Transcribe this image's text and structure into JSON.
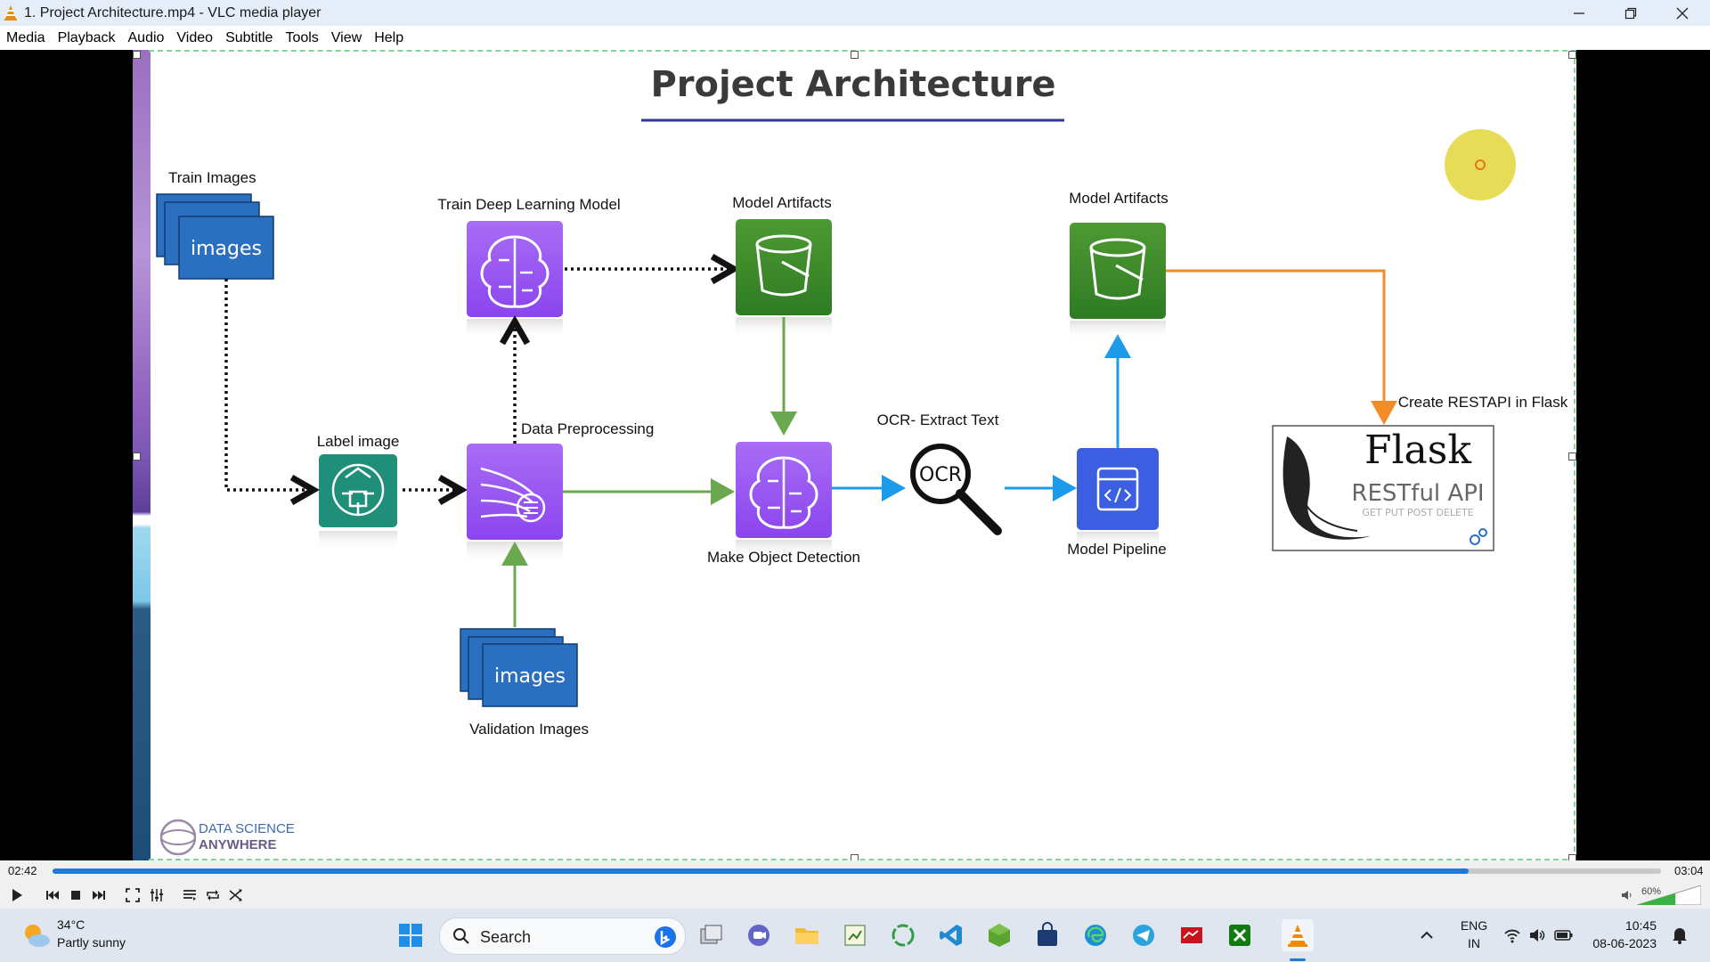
{
  "window": {
    "title": "1. Project Architecture.mp4 - VLC media player"
  },
  "menu": [
    "Media",
    "Playback",
    "Audio",
    "Video",
    "Subtitle",
    "Tools",
    "View",
    "Help"
  ],
  "slide": {
    "title": "Project Architecture",
    "train_images_label": "Train Images",
    "images_text": "images",
    "train_model_label": "Train Deep Learning Model",
    "model_artifacts_1": "Model Artifacts",
    "model_artifacts_2": "Model Artifacts",
    "label_image": "Label image",
    "data_preprocessing": "Data Preprocessing",
    "ocr_label": "OCR- Extract Text",
    "ocr_lens_text": "OCR",
    "make_detection": "Make Object Detection",
    "model_pipeline": "Model Pipeline",
    "create_restapi": "Create RESTAPI in Flask",
    "flask_title": "Flask",
    "flask_sub": "RESTful API",
    "flask_methods": "GET  PUT  POST  DELETE",
    "validation_label": "Validation Images",
    "brand_line1": "DATA SCIENCE",
    "brand_line2": "ANYWHERE"
  },
  "player": {
    "elapsed": "02:42",
    "total": "03:04",
    "progress": 0.8804,
    "volume": "60%",
    "volume_level": 0.6
  },
  "taskbar": {
    "weather_temp": "34°C",
    "weather_desc": "Partly sunny",
    "search_label": "Search",
    "lang1": "ENG",
    "lang2": "IN",
    "time": "10:45",
    "date": "08-06-2023"
  },
  "colors": {
    "ml_purple": "#9b59f0",
    "bucket_green": "#3d8b2c",
    "label_teal": "#1e8c78",
    "pipeline_blue": "#3b5fe0",
    "images_blue": "#2a6fc0",
    "arrow_green": "#6aa84f",
    "arrow_blue": "#1e9be8",
    "arrow_orange": "#f28c28",
    "progress_blue": "#1f7ad8"
  }
}
